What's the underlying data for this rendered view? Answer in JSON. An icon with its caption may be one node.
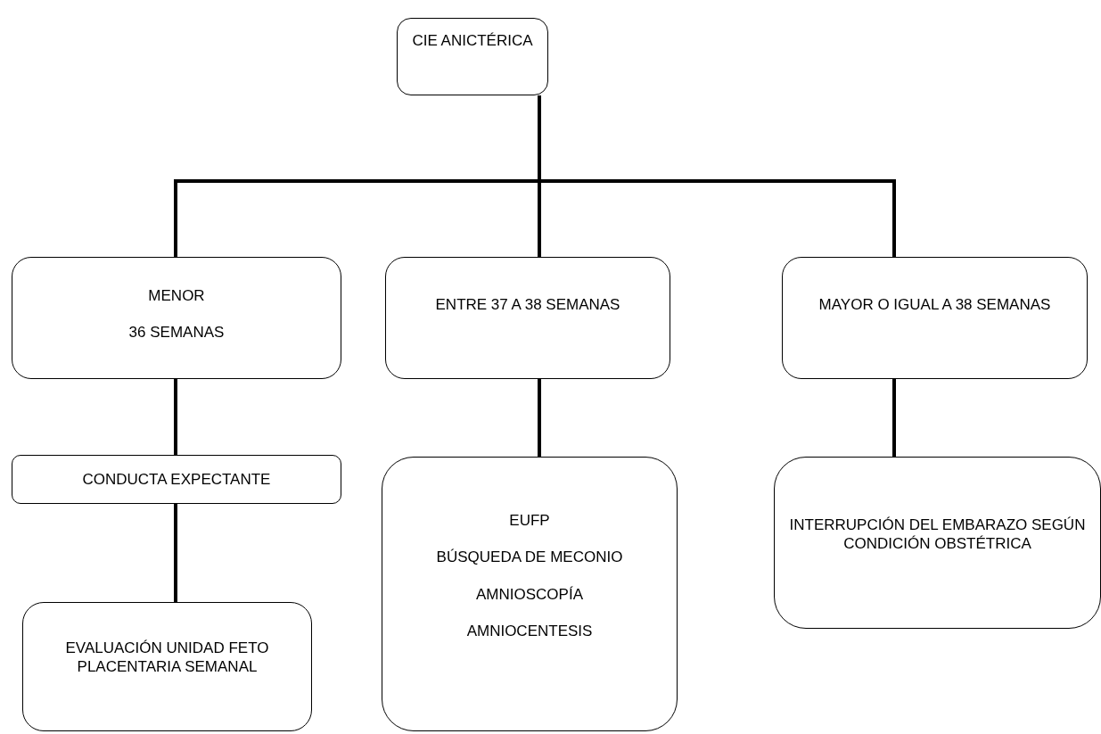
{
  "diagram": {
    "nodes": [
      {
        "text": [
          "CIE ANICTÉRICA"
        ]
      },
      {
        "text": [
          "MENOR",
          "36 SEMANAS"
        ]
      },
      {
        "text": [
          "ENTRE 37 A 38 SEMANAS"
        ]
      },
      {
        "text": [
          "MAYOR O IGUAL A 38 SEMANAS"
        ]
      },
      {
        "text": [
          "CONDUCTA EXPECTANTE"
        ]
      },
      {
        "text": [
          "EVALUACIÓN UNIDAD FETO PLACENTARIA SEMANAL"
        ]
      },
      {
        "text": [
          "EUFP",
          "BÚSQUEDA DE MECONIO",
          "AMNIOSCOPÍA",
          "AMNIOCENTESIS"
        ]
      },
      {
        "text": [
          "INTERRUPCIÓN DEL EMBARAZO SEGÚN CONDICIÓN OBSTÉTRICA"
        ]
      }
    ],
    "edges": [
      {
        "from": 0,
        "to": 1,
        "arrow": "none"
      },
      {
        "from": 0,
        "to": 2,
        "arrow": "none"
      },
      {
        "from": 0,
        "to": 3,
        "arrow": "none"
      },
      {
        "from": 1,
        "to": 4,
        "arrow": "none"
      },
      {
        "from": 4,
        "to": 5,
        "arrow": "none"
      },
      {
        "from": 2,
        "to": 6,
        "arrow": "none"
      },
      {
        "from": 3,
        "to": 7,
        "arrow": "none"
      }
    ]
  }
}
